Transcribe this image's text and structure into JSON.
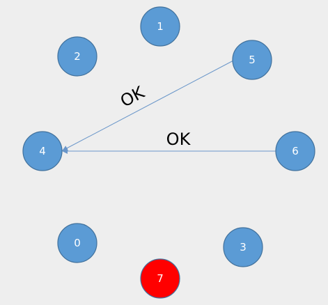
{
  "colors": {
    "background": "#eeeeee",
    "node_fill": "#5b9bd5",
    "node_stroke": "#41719c",
    "highlight_fill": "#ff0000",
    "highlight_stroke": "#c00000",
    "edge": "#6a96c9"
  },
  "nodes": [
    {
      "id": "0",
      "label": "0",
      "state": "normal"
    },
    {
      "id": "1",
      "label": "1",
      "state": "normal"
    },
    {
      "id": "2",
      "label": "2",
      "state": "normal"
    },
    {
      "id": "3",
      "label": "3",
      "state": "normal"
    },
    {
      "id": "4",
      "label": "4",
      "state": "normal"
    },
    {
      "id": "5",
      "label": "5",
      "state": "normal"
    },
    {
      "id": "6",
      "label": "6",
      "state": "normal"
    },
    {
      "id": "7",
      "label": "7",
      "state": "highlighted"
    }
  ],
  "edges": [
    {
      "from": "5",
      "to": "4",
      "label": "OK",
      "arrow": "to"
    },
    {
      "from": "6",
      "to": "4",
      "label": "OK",
      "arrow": "to"
    }
  ]
}
